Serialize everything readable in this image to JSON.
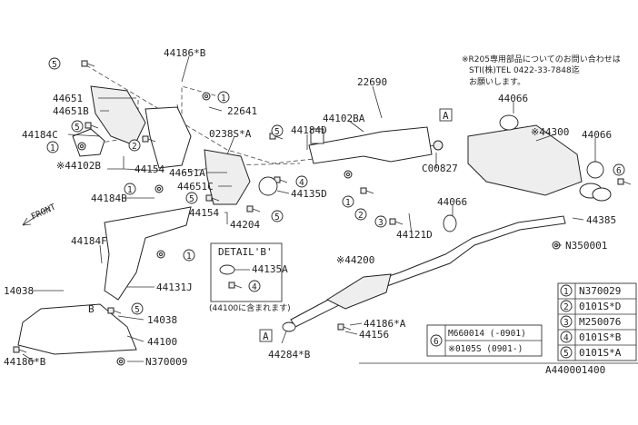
{
  "note": {
    "line1": "※R205専用部品についてのお問い合わせは",
    "line2": "STI(株)TEL 0422-33-7848迄",
    "line3": "お願いします。"
  },
  "labels": {
    "l44186B_top": "44186*B",
    "l22641": "22641",
    "l44651": "44651",
    "l44651B": "44651B",
    "l44184C": "44184C",
    "l44102B": "※44102B",
    "l44154_a": "44154",
    "l44651A": "44651A",
    "l0238SA": "0238S*A",
    "l44184D": "44184D",
    "l44651C": "44651C",
    "l44135D": "44135D",
    "l44184B": "44184B",
    "l44154_b": "44154",
    "l44204": "44204",
    "l44184F": "44184F",
    "l44131J": "44131J",
    "l14038_a": "14038",
    "l14038_b": "14038",
    "lB": "B",
    "l44100": "44100",
    "l44186B_bot": "44186*B",
    "lN370009": "N370009",
    "l22690": "22690",
    "l44102BA": "44102BA",
    "lC00827": "C00827",
    "l44121D": "44121D",
    "l44066_a": "44066",
    "l44300": "※44300",
    "l44066_b": "44066",
    "l44066_c": "44066",
    "l44385": "44385",
    "lN350001": "N350001",
    "l44200": "※44200",
    "l44186A": "44186*A",
    "l44156": "44156",
    "l44284B": "44284*B",
    "lA1": "A",
    "lA2": "A",
    "front": "FRONT"
  },
  "detail": {
    "title": "DETAIL'B'",
    "part": "44135A",
    "note": "(44100に含まれます)"
  },
  "callouts": {
    "c1": "1",
    "c2": "2",
    "c3": "3",
    "c4": "4",
    "c5": "5",
    "c6": "6"
  },
  "box6": {
    "num": "6",
    "row1": "M660014 (-0901)",
    "row2": "※0105S  (0901-)"
  },
  "legend": [
    {
      "num": "1",
      "part": "N370029"
    },
    {
      "num": "2",
      "part": "0101S*D"
    },
    {
      "num": "3",
      "part": "M250076"
    },
    {
      "num": "4",
      "part": "0101S*B"
    },
    {
      "num": "5",
      "part": "0101S*A"
    }
  ],
  "diagram_id": "A440001400"
}
